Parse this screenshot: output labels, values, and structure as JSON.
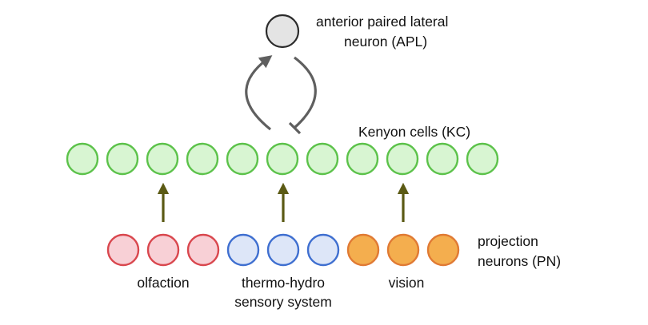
{
  "labels": {
    "apl_line1": "anterior paired lateral",
    "apl_line2": "neuron (APL)",
    "kc": "Kenyon cells (KC)",
    "pn_line1": "projection",
    "pn_line2": "neurons (PN)",
    "olfaction": "olfaction",
    "thermo_line1": "thermo-hydro",
    "thermo_line2": "sensory system",
    "vision": "vision"
  },
  "colors": {
    "apl_fill": "#e4e4e4",
    "apl_stroke": "#2b2b2b",
    "kc_fill": "#d8f5d2",
    "kc_stroke": "#5cc24a",
    "olfaction_fill": "#f8d0d6",
    "olfaction_stroke": "#d9474e",
    "thermo_fill": "#dde6f8",
    "thermo_stroke": "#3f6fd0",
    "vision_fill": "#f4ae4e",
    "vision_stroke": "#e07a34",
    "feedforward_arrow": "#5b5a14",
    "loop_arrow": "#5f5f5f"
  },
  "counts": {
    "kenyon_cells": 11,
    "projection_groups": 3,
    "neurons_per_group": 3
  },
  "groups": [
    "olfaction",
    "thermo-hydro sensory system",
    "vision"
  ]
}
